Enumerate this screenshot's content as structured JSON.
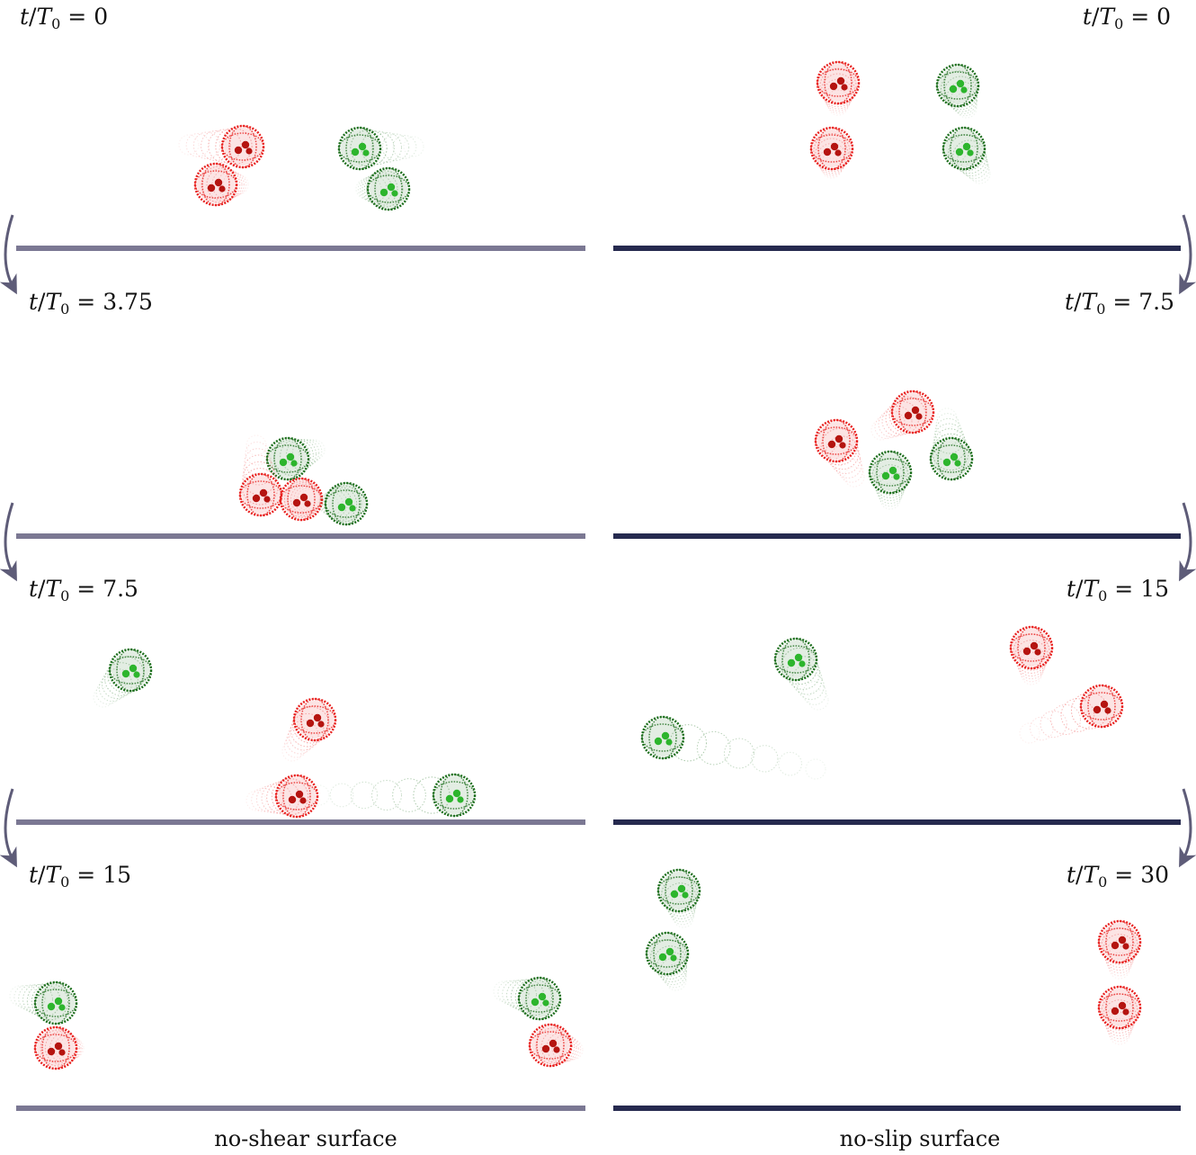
{
  "colors": {
    "no_shear_wall": "#7b7893",
    "no_slip_wall": "#262a4f",
    "arrow": "#5e5c78",
    "red_swimmer": "#e8201e",
    "red_core": "#b51410",
    "green_swimmer": "#1c6e1c",
    "green_core": "#2db52d"
  },
  "labels": {
    "left": [
      "0",
      "3.75",
      "7.5",
      "15"
    ],
    "right": [
      "0",
      "7.5",
      "15",
      "30"
    ],
    "prefix_t": "t",
    "prefix_T": "T",
    "sub": "0",
    "equals": " = "
  },
  "captions": {
    "left": "no-shear surface",
    "right": "no-slip surface"
  },
  "icons": {
    "swimmer": "helical-swimmer-icon",
    "arrow": "curved-arrow-icon"
  }
}
